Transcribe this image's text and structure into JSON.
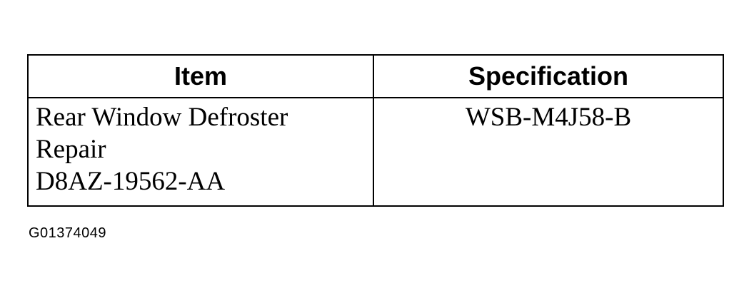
{
  "table": {
    "headers": [
      "Item",
      "Specification"
    ],
    "rows": [
      {
        "item_lines": [
          "Rear Window Defroster",
          "Repair",
          "D8AZ-19562-AA"
        ],
        "specification": "WSB-M4J58-B"
      }
    ]
  },
  "figure_id": "G01374049"
}
